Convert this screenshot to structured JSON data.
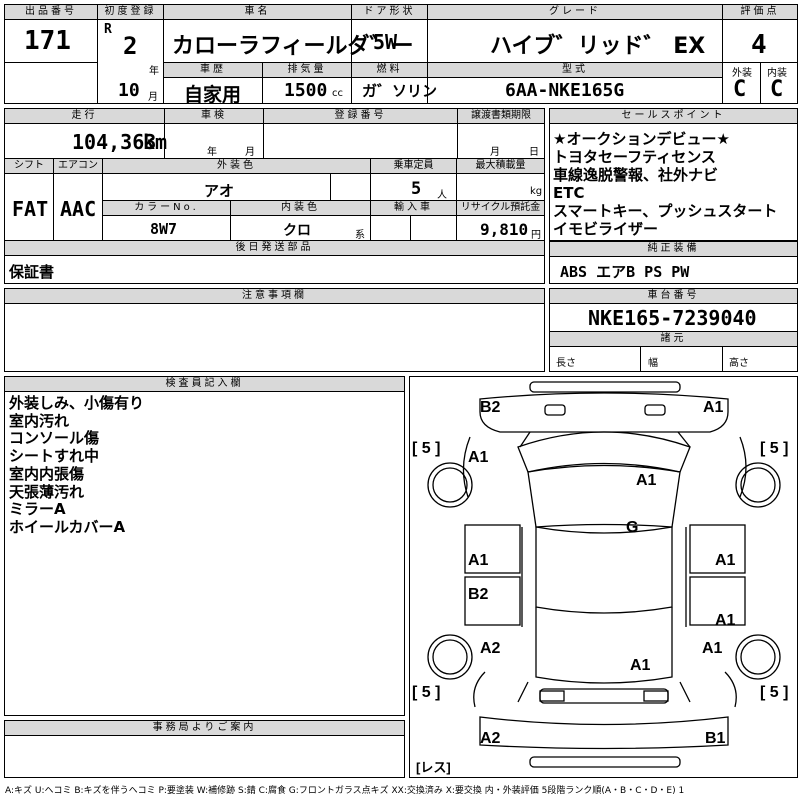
{
  "top": {
    "lot_no_label": "出品番号",
    "lot_no": "171",
    "first_reg_label": "初度登録",
    "era": "R",
    "year": "2",
    "year_unit": "年",
    "month": "10",
    "month_unit": "月",
    "car_name_label": "車名",
    "car_name": "カローラフィールダ゛ー",
    "door_label": "ドア形状",
    "door": "5W",
    "grade_label": "グレード",
    "grade": "ハイブ゛リッド゛ EX",
    "score_label": "評価点",
    "score": "4",
    "history_label": "車歴",
    "history": "自家用",
    "displacement_label": "排気量",
    "displacement": "1500",
    "displacement_unit": "cc",
    "fuel_label": "燃料",
    "fuel": "ガ゛ソリン",
    "model_label": "型式",
    "model": "6AA-NKE165G",
    "ext_label": "外装",
    "ext_grade": "C",
    "int_label": "内装",
    "int_grade": "C"
  },
  "mid": {
    "mileage_label": "走行",
    "mileage": "104,363",
    "mileage_unit": "km",
    "inspection_label": "車検",
    "insp_year_unit": "年",
    "insp_month_unit": "月",
    "regno_label": "登録番号",
    "transfer_label": "譲渡書類期限",
    "transfer_month_unit": "月",
    "transfer_day_unit": "日",
    "shift_label": "シフト",
    "shift": "FAT",
    "ac_label": "エアコン",
    "ac": "AAC",
    "color_label": "外装色",
    "color": "アオ",
    "capacity_label": "乗車定員",
    "capacity": "5",
    "capacity_unit": "人",
    "load_label": "最大積載量",
    "load_unit": "kg",
    "colorno_label": "カラーNo.",
    "colorno": "8W7",
    "intcolor_label": "内装色",
    "intcolor": "クロ",
    "intcolor_unit": "系",
    "import_label": "輸入車",
    "recycle_label": "リサイクル預託金",
    "recycle": "9,810",
    "recycle_unit": "円",
    "later_label": "後日発送部品",
    "later": "保証書"
  },
  "sales": {
    "label": "セールスポイント",
    "lines": [
      "★オークションデビュー★",
      "トヨタセーフティセンス",
      "車線逸脱警報、社外ナビ",
      "ETC",
      "スマートキー、プッシュスタート",
      "イモビライザー"
    ]
  },
  "equip": {
    "label": "純正装備",
    "value": "ABS エアB PS PW"
  },
  "caution": {
    "label": "注意事項欄"
  },
  "chassis": {
    "label": "車台番号",
    "value": "NKE165-7239040",
    "spec_label": "諸元",
    "len_label": "長さ",
    "width_label": "幅",
    "height_label": "高さ"
  },
  "inspector": {
    "label": "検査員記入欄",
    "lines": [
      "外装しみ、小傷有り",
      "室内汚れ",
      "コンソール傷",
      "シートすれ中",
      "室内内張傷",
      "天張薄汚れ",
      "ミラーA",
      "ホイールカバーA"
    ]
  },
  "office": {
    "label": "事務局よりご案内"
  },
  "diagram": {
    "marks": [
      "B2",
      "A1",
      "A1",
      "A1",
      "G",
      "A1",
      "A1",
      "B2",
      "A1",
      "A2",
      "A1",
      "A1",
      "A2",
      "B1"
    ],
    "tire_depths": [
      "[ 5 ]",
      "[ 5 ]",
      "[ 5 ]",
      "[ 5 ]"
    ],
    "spare": "[レス]"
  },
  "legend": "A:キズ U:ヘコミ B:キズを伴うヘコミ P:要塗装 W:補修跡 S:錆 C:腐食 G:フロントガラス点キズ XX:交換済み X:要交換 内・外装評価 5段階ランク順(A・B・C・D・E) 1"
}
